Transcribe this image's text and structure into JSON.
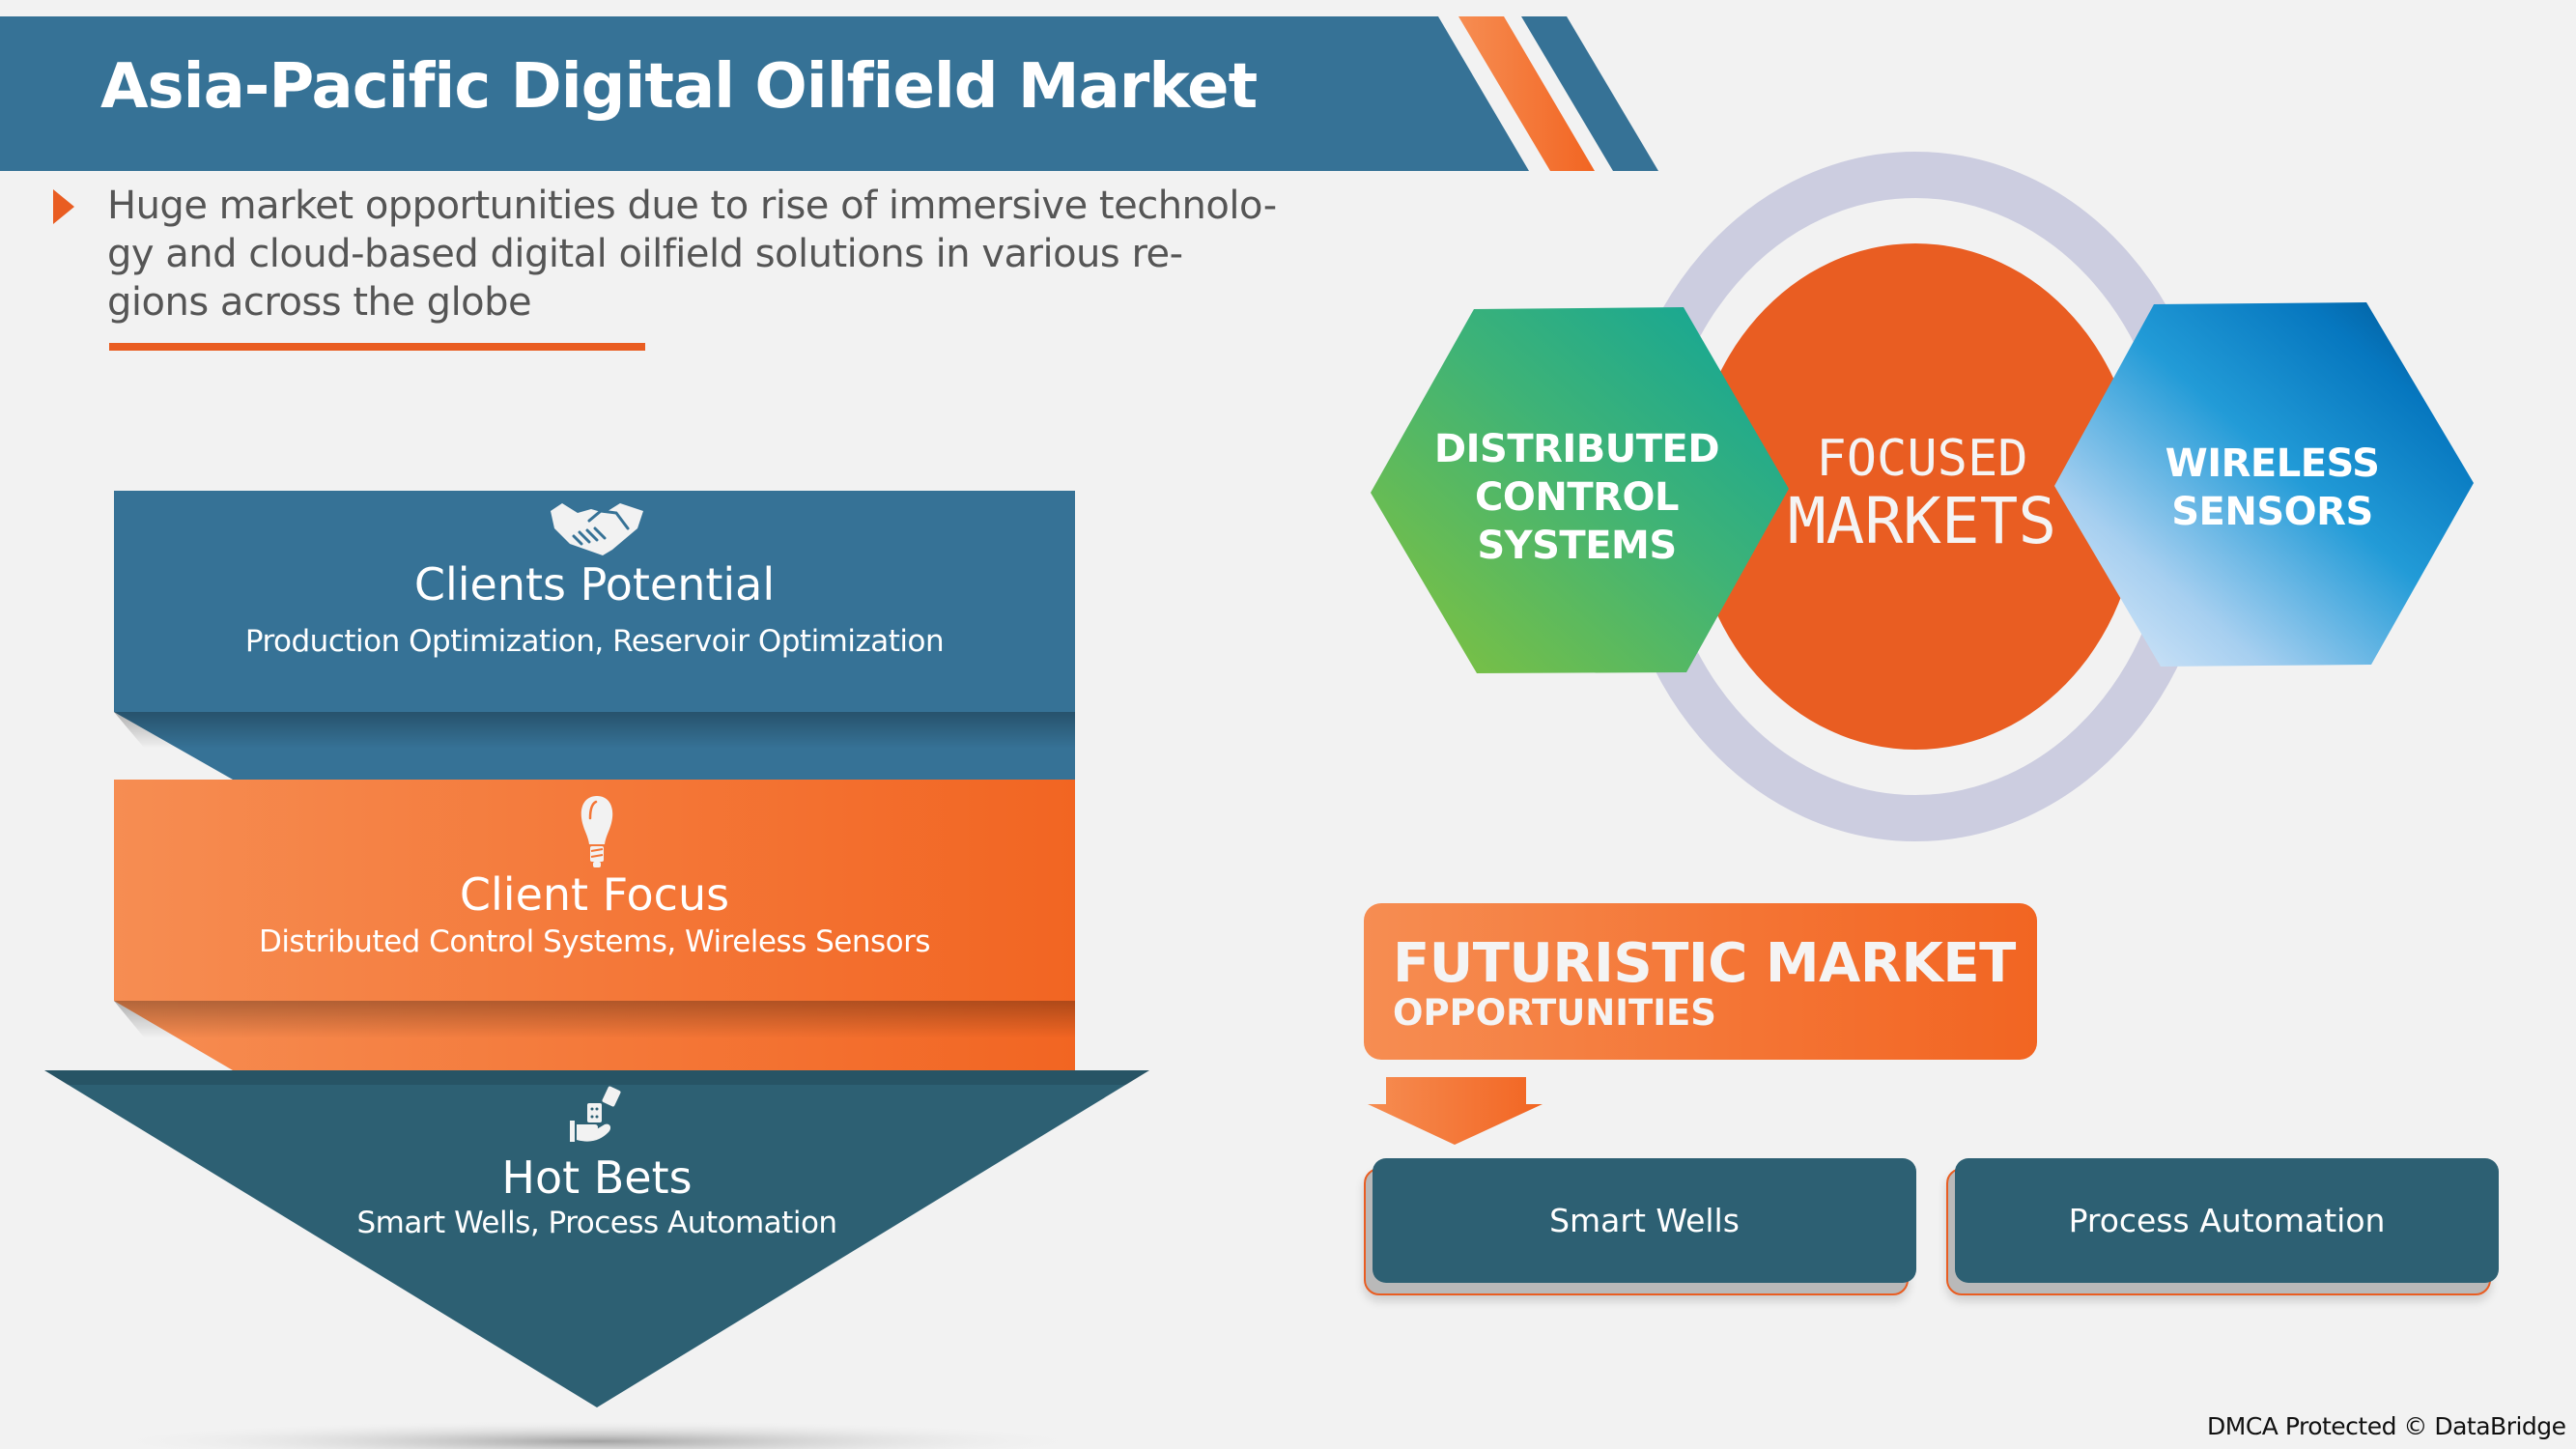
{
  "header": {
    "title": "Asia-Pacific Digital Oilfield Market",
    "colors": {
      "band": "#367296",
      "accent": "#f47535"
    }
  },
  "intro": {
    "lines": [
      "Huge market opportunities due to rise of immersive technolo-",
      "gy and cloud-based digital oilfield solutions in various re-",
      "gions across the globe"
    ],
    "bullet_icon": "triangle-bullet-icon",
    "accent_color": "#e95d22"
  },
  "funnel": {
    "tiers": [
      {
        "title": "Clients Potential",
        "subtitle": "Production Optimization, Reservoir Optimization",
        "icon": "handshake-icon",
        "color": "#367296"
      },
      {
        "title": "Client Focus",
        "subtitle": "Distributed Control Systems, Wireless Sensors",
        "icon": "lightbulb-icon",
        "color": "#f47535"
      },
      {
        "title": "Hot Bets",
        "subtitle": "Smart Wells, Process Automation",
        "icon": "hand-dice-icon",
        "color": "#2d6073"
      }
    ]
  },
  "focused_markets": {
    "center": {
      "line1": "FOCUSED",
      "line2": "MARKETS",
      "color": "#e95d22"
    },
    "left_hex": {
      "lines": [
        "DISTRIBUTED",
        "CONTROL",
        "SYSTEMS"
      ]
    },
    "right_hex": {
      "lines": [
        "WIRELESS",
        "SENSORS"
      ]
    },
    "ring_color": "#cccde0"
  },
  "futuristic": {
    "title": "FUTURISTIC MARKET",
    "subtitle": "OPPORTUNITIES",
    "arrow_icon": "down-arrow-icon",
    "opportunities": [
      {
        "label": "Smart Wells"
      },
      {
        "label": "Process Automation"
      }
    ]
  },
  "footer": {
    "text": "DMCA Protected © DataBridge"
  }
}
